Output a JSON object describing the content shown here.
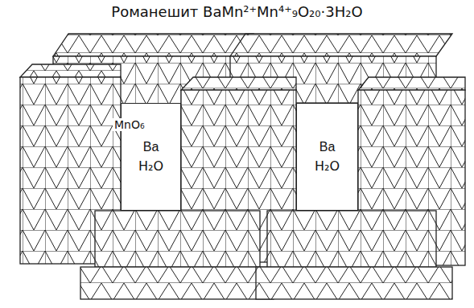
{
  "diagram": {
    "title": "Романешит BaMn²⁺Mn⁴⁺₉O₂₀·3H₂O",
    "nodes": [
      {
        "text": [
          "Ba",
          "H₂O"
        ]
      },
      {
        "text": [
          "Ba",
          "H₂O"
        ]
      }
    ],
    "labels": [
      "MnO₆"
    ]
  }
}
